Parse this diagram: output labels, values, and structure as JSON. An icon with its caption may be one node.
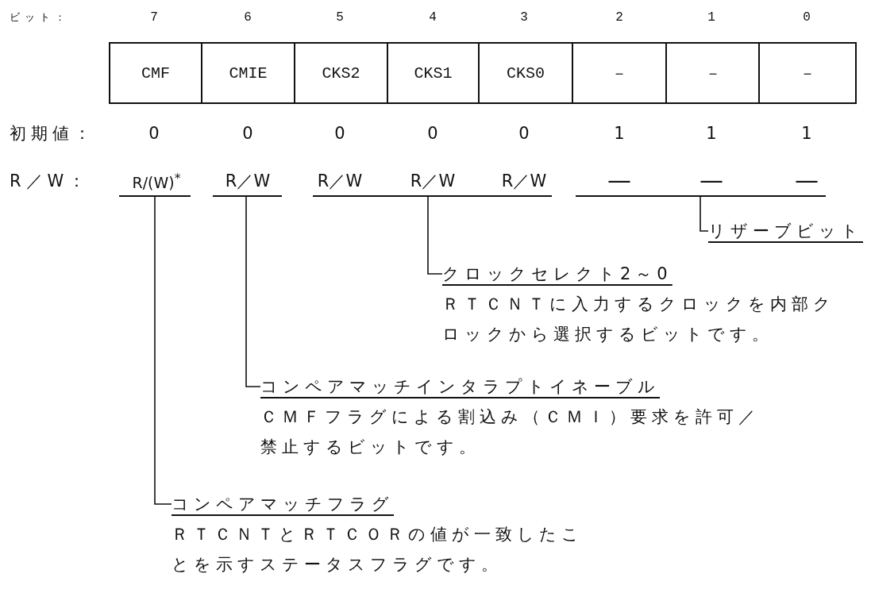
{
  "diagram": {
    "nodes": [
      {
        "text": [
          "CMF"
        ]
      },
      {
        "text": [
          "CMIE"
        ]
      },
      {
        "text": [
          "CKS2"
        ]
      },
      {
        "text": [
          "CKS1"
        ]
      },
      {
        "text": [
          "CKS0"
        ]
      },
      {
        "text": [
          "－"
        ]
      },
      {
        "text": [
          "－"
        ]
      },
      {
        "text": [
          "－"
        ]
      },
      {
        "text": [],
        "shape": "bar"
      },
      {
        "text": [],
        "shape": "bar"
      },
      {
        "text": [],
        "shape": "bar"
      },
      {
        "text": [],
        "shape": "bar"
      },
      {
        "text": [
          "リザーブビット"
        ]
      },
      {
        "text": [
          "クロックセレクト2～0",
          "ＲＴＣＮＴに入力するクロックを内部クロックから選択するビットです。"
        ]
      },
      {
        "text": [
          "コンペアマッチインタラプトイネーブル",
          "ＣＭＦフラグによる割込み（ＣＭＩ）要求を許可／禁止するビットです。"
        ]
      },
      {
        "text": [
          "コンペアマッチフラグ",
          "ＲＴＣＮＴとＲＴＣＯＲの値が一致したことを示すステータスフラグです。"
        ]
      }
    ],
    "edges": [
      {
        "from": 11,
        "to": 12,
        "arrow": "none"
      },
      {
        "from": 10,
        "to": 13,
        "arrow": "none"
      },
      {
        "from": 9,
        "to": 14,
        "arrow": "none"
      },
      {
        "from": 8,
        "to": 15,
        "arrow": "none"
      }
    ],
    "labels": [
      "ビット：",
      "7",
      "6",
      "5",
      "4",
      "3",
      "2",
      "1",
      "0",
      "初期値：",
      "0",
      "0",
      "0",
      "0",
      "0",
      "1",
      "1",
      "1",
      "R／W：",
      "R/(W)$^{*}$",
      "R／W",
      "R／W",
      "R／W",
      "R／W",
      "—",
      "—",
      "—"
    ]
  }
}
